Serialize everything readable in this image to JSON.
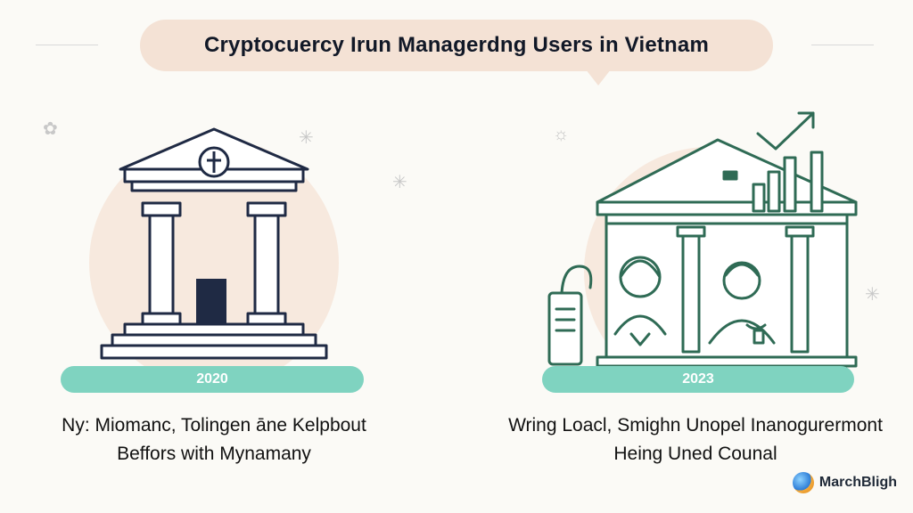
{
  "title": "Cryptocuercy Irun Managerdng Users in Vietnam",
  "left_panel": {
    "year": "2020",
    "caption_line1": "Ny: Miomanc, Tolingen āne Kelpbout",
    "caption_line2": "Beffors with Mynamany"
  },
  "right_panel": {
    "year": "2023",
    "caption_line1": "Wring Loacl, Smighn Unopel Inanogurermont",
    "caption_line2": "Heing Uned Counal"
  },
  "brand": {
    "name": "MarchBligh"
  },
  "colors": {
    "title_bubble": "#f4e2d5",
    "year_pill": "#7fd3c0",
    "left_line": "#1f2a44",
    "right_line": "#2f6b55",
    "halo": "#f6e3d6"
  },
  "icons": [
    "bank-building-icon",
    "trend-arrow-icon",
    "bar-chart-icon",
    "user-figure-icon",
    "document-icon"
  ]
}
